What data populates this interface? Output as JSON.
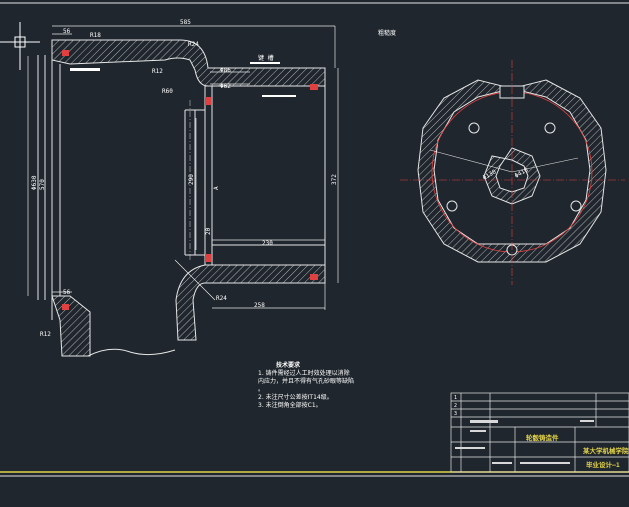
{
  "drawing": {
    "corner_mark": "粗糙度",
    "dims_side": {
      "d56_top": "56",
      "r18_top": "R18",
      "d585": "585",
      "r24": "R24",
      "r12": "R12",
      "d86": "Φ86",
      "r60": "R60",
      "d62": "Φ62",
      "d630": "Φ630",
      "d570": "570",
      "d290": "290",
      "d20": "20",
      "d372": "372",
      "d230": "230",
      "d56_bot": "56",
      "r12_bot": "R12",
      "r24_bot": "R24",
      "d258": "258",
      "small_note": "键 槽",
      "section_mark": "A"
    },
    "dims_front": {
      "d410": "Φ410",
      "d130": "Φ130"
    }
  },
  "notes": {
    "title": "技术要求",
    "line1": "1. 铸件需经过人工时效处理以消除",
    "line2": "内应力，并且不得有气孔砂眼等缺陷",
    "line3": "。",
    "line4": "2. 未注尺寸公差按IT14级。",
    "line5": "3. 未注倒角全部按C1。"
  },
  "title_block": {
    "rev_1": "1",
    "rev_2": "2",
    "rev_3": "3",
    "part_name": "轮毂铸造件",
    "school": "某大学机械学院",
    "drawing_no": "毕业设计—1"
  }
}
